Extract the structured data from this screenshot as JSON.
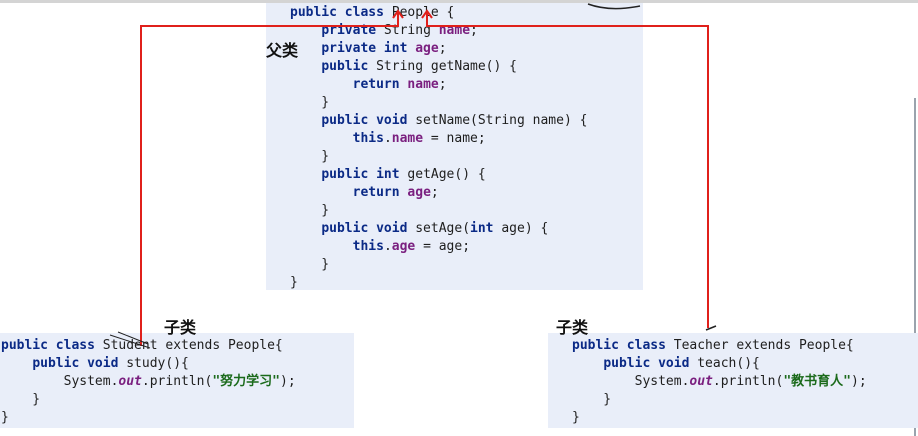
{
  "labels": {
    "parent": "父类",
    "child_left": "子类",
    "child_right": "子类"
  },
  "parent_code": {
    "lines": [
      [
        {
          "t": "public class",
          "c": "kw"
        },
        {
          "t": " People {"
        }
      ],
      [
        {
          "t": "    "
        },
        {
          "t": "private",
          "c": "kw"
        },
        {
          "t": " String "
        },
        {
          "t": "name",
          "c": "fld"
        },
        {
          "t": ";"
        }
      ],
      [
        {
          "t": "    "
        },
        {
          "t": "private int",
          "c": "kw"
        },
        {
          "t": " "
        },
        {
          "t": "age",
          "c": "fld"
        },
        {
          "t": ";"
        }
      ],
      [
        {
          "t": "    "
        },
        {
          "t": "public",
          "c": "kw"
        },
        {
          "t": " String getName() {"
        }
      ],
      [
        {
          "t": "        "
        },
        {
          "t": "return",
          "c": "kw"
        },
        {
          "t": " "
        },
        {
          "t": "name",
          "c": "fld"
        },
        {
          "t": ";"
        }
      ],
      [
        {
          "t": "    }"
        }
      ],
      [
        {
          "t": "    "
        },
        {
          "t": "public void",
          "c": "kw"
        },
        {
          "t": " setName(String name) {"
        }
      ],
      [
        {
          "t": "        "
        },
        {
          "t": "this",
          "c": "kw"
        },
        {
          "t": "."
        },
        {
          "t": "name",
          "c": "fld"
        },
        {
          "t": " = name;"
        }
      ],
      [
        {
          "t": "    }"
        }
      ],
      [
        {
          "t": "    "
        },
        {
          "t": "public int",
          "c": "kw"
        },
        {
          "t": " getAge() {"
        }
      ],
      [
        {
          "t": "        "
        },
        {
          "t": "return",
          "c": "kw"
        },
        {
          "t": " "
        },
        {
          "t": "age",
          "c": "fld"
        },
        {
          "t": ";"
        }
      ],
      [
        {
          "t": "    }"
        }
      ],
      [
        {
          "t": "    "
        },
        {
          "t": "public void",
          "c": "kw"
        },
        {
          "t": " setAge("
        },
        {
          "t": "int",
          "c": "kw"
        },
        {
          "t": " age) {"
        }
      ],
      [
        {
          "t": "        "
        },
        {
          "t": "this",
          "c": "kw"
        },
        {
          "t": "."
        },
        {
          "t": "age",
          "c": "fld"
        },
        {
          "t": " = age;"
        }
      ],
      [
        {
          "t": "    }"
        }
      ],
      [
        {
          "t": "}"
        }
      ]
    ]
  },
  "student_code": {
    "lines": [
      [
        {
          "t": "public class",
          "c": "kw"
        },
        {
          "t": " Student extends People{"
        }
      ],
      [
        {
          "t": "    "
        },
        {
          "t": "public void",
          "c": "kw"
        },
        {
          "t": " study(){"
        }
      ],
      [
        {
          "t": "        System."
        },
        {
          "t": "out",
          "c": "sfld"
        },
        {
          "t": ".println("
        },
        {
          "t": "\"努力学习\"",
          "c": "str"
        },
        {
          "t": ");"
        }
      ],
      [
        {
          "t": "    }"
        }
      ],
      [
        {
          "t": "}"
        }
      ]
    ]
  },
  "teacher_code": {
    "lines": [
      [
        {
          "t": "public class",
          "c": "kw"
        },
        {
          "t": " Teacher extends People{"
        }
      ],
      [
        {
          "t": "    "
        },
        {
          "t": "public void",
          "c": "kw"
        },
        {
          "t": " teach(){"
        }
      ],
      [
        {
          "t": "        System."
        },
        {
          "t": "out",
          "c": "sfld"
        },
        {
          "t": ".println("
        },
        {
          "t": "\"教书育人\"",
          "c": "str"
        },
        {
          "t": ");"
        }
      ],
      [
        {
          "t": "    }"
        }
      ],
      [
        {
          "t": "}"
        }
      ]
    ]
  },
  "colors": {
    "arrow": "#e0201b",
    "code_bg": "#e9eef9",
    "keyword": "#0b2a86",
    "field": "#7a1f7f",
    "string": "#1b6a1b"
  }
}
